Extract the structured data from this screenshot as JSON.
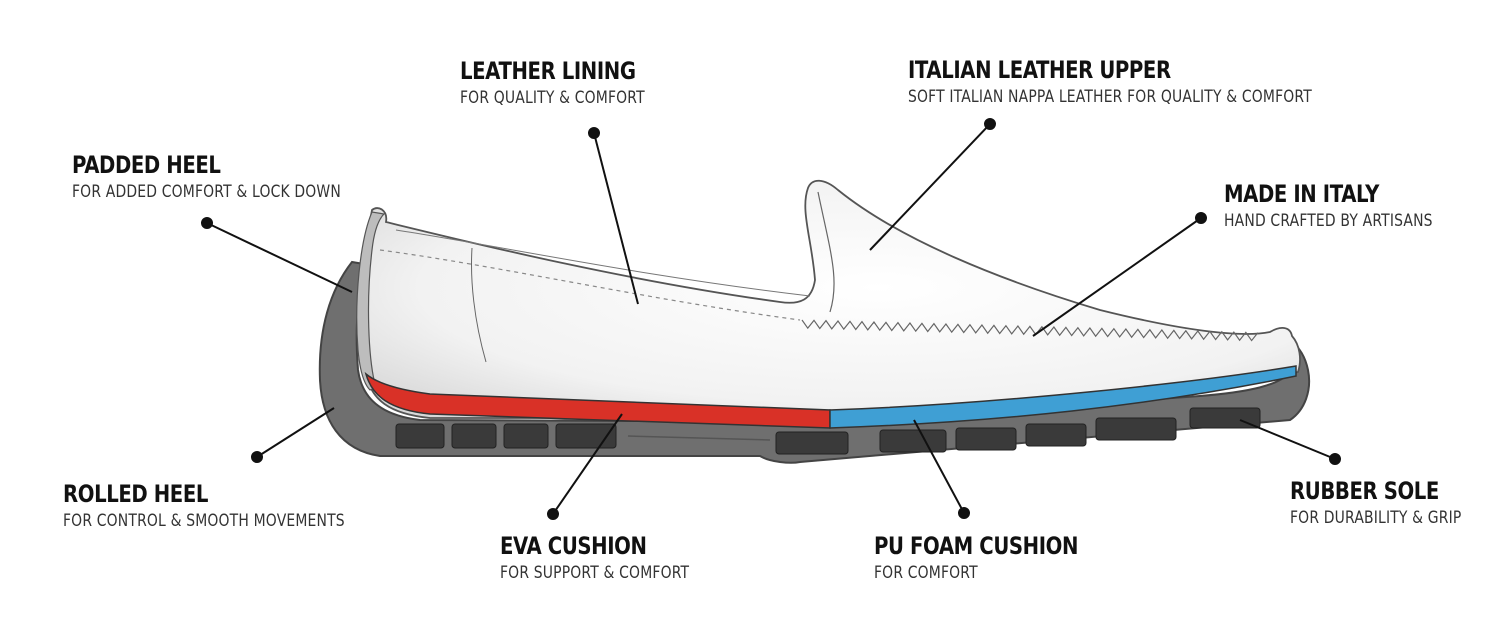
{
  "colors": {
    "eva": "#d93127",
    "pu_foam": "#3f9fd4",
    "sole": "#6f6f6f",
    "leader": "#111111"
  },
  "callouts": {
    "leather_lining": {
      "title": "LEATHER LINING",
      "subtitle": "FOR QUALITY & COMFORT"
    },
    "italian_upper": {
      "title": "ITALIAN LEATHER UPPER",
      "subtitle": "SOFT ITALIAN NAPPA LEATHER FOR QUALITY & COMFORT"
    },
    "padded_heel": {
      "title": "PADDED HEEL",
      "subtitle": "FOR ADDED COMFORT & LOCK DOWN"
    },
    "made_in_italy": {
      "title": "MADE IN ITALY",
      "subtitle": "HAND CRAFTED BY ARTISANS"
    },
    "rolled_heel": {
      "title": "ROLLED HEEL",
      "subtitle": "FOR CONTROL & SMOOTH MOVEMENTS"
    },
    "rubber_sole": {
      "title": "RUBBER SOLE",
      "subtitle": "FOR DURABILITY & GRIP"
    },
    "eva_cushion": {
      "title": "EVA CUSHION",
      "subtitle": "FOR SUPPORT & COMFORT"
    },
    "pu_foam": {
      "title": "PU FOAM CUSHION",
      "subtitle": "FOR COMFORT"
    }
  }
}
